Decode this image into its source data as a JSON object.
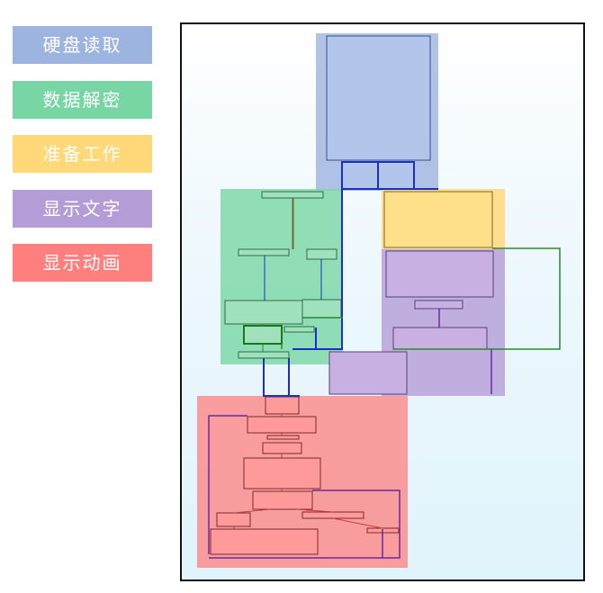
{
  "legend": [
    {
      "id": "disk",
      "label": "硬盘读取",
      "color": "#9db4e0"
    },
    {
      "id": "decrypt",
      "label": "数据解密",
      "color": "#78d6a4"
    },
    {
      "id": "prepare",
      "label": "准备工作",
      "color": "#ffd87a"
    },
    {
      "id": "text",
      "label": "显示文字",
      "color": "#b49cd6"
    },
    {
      "id": "anim",
      "label": "显示动画",
      "color": "#ff7f7f"
    }
  ],
  "colors": {
    "frame_border": "#111111",
    "line_blue": "#1d2fc0",
    "line_green": "#2a8a2a",
    "line_purple": "#6a2aa0",
    "line_red": "#c04040"
  }
}
